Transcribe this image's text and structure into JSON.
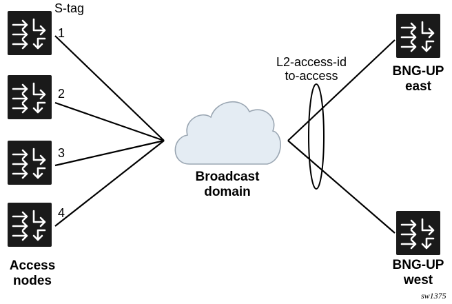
{
  "labels": {
    "s_tag": "S-tag",
    "ports": [
      "1",
      "2",
      "3",
      "4"
    ],
    "access_nodes_line1": "Access",
    "access_nodes_line2": "nodes",
    "broadcast_line1": "Broadcast",
    "broadcast_line2": "domain",
    "l2_line1": "L2-access-id",
    "l2_line2": "to-access",
    "bng_east_line1": "BNG-UP",
    "bng_east_line2": "east",
    "bng_west_line1": "BNG-UP",
    "bng_west_line2": "west",
    "figure_id": "sw1375"
  },
  "icons": {
    "node": "router-switch-icon",
    "cloud": "cloud-icon"
  },
  "colors": {
    "device": "#1a1a1a",
    "glyph": "#ffffff",
    "line": "#000000",
    "cloud_fill": "#e4ecf3",
    "cloud_stroke": "#9aa6b2"
  }
}
